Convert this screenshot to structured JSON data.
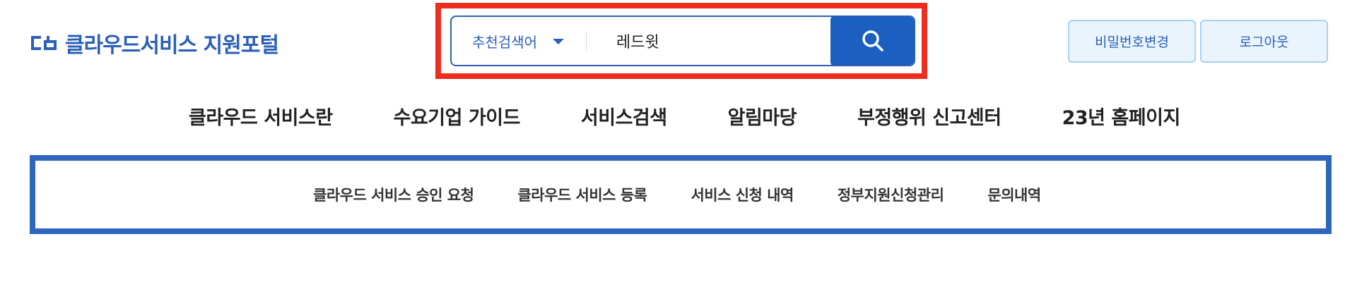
{
  "brand": {
    "logo_text": "클라우드서비스 지원포털",
    "accent": "#2b5fb8"
  },
  "search": {
    "category_label": "추천검색어",
    "query": "레드윗",
    "button_icon": "search-icon",
    "highlight_color": "#ee2d1f",
    "button_color": "#1b5fc1"
  },
  "account": {
    "change_password_label": "비밀번호변경",
    "logout_label": "로그아웃"
  },
  "main_nav": {
    "items": [
      {
        "label": "클라우드 서비스란"
      },
      {
        "label": "수요기업 가이드"
      },
      {
        "label": "서비스검색"
      },
      {
        "label": "알림마당"
      },
      {
        "label": "부정행위 신고센터"
      },
      {
        "label": "23년 홈페이지"
      }
    ]
  },
  "sub_nav": {
    "border_color": "#2e66bd",
    "items": [
      {
        "label": "클라우드 서비스 승인 요청"
      },
      {
        "label": "클라우드 서비스 등록"
      },
      {
        "label": "서비스 신청 내역"
      },
      {
        "label": "정부지원신청관리"
      },
      {
        "label": "문의내역"
      }
    ]
  }
}
